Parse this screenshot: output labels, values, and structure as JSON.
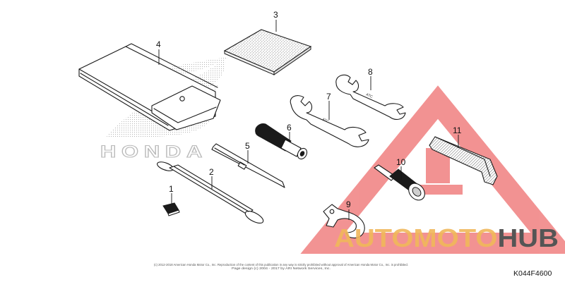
{
  "callouts": [
    "1",
    "2",
    "3",
    "4",
    "5",
    "6",
    "7",
    "8",
    "9",
    "10",
    "11"
  ],
  "background_logo": {
    "text": "HONDA",
    "icon": "honda-wing-icon"
  },
  "watermark": {
    "brand_part1": "AUTOMOTO",
    "brand_part2": "HUB",
    "icon": "warning-triangle-icon",
    "colors": {
      "primary": "#f08080",
      "accent": "#f0b85a",
      "dark": "#555555"
    }
  },
  "footer": {
    "copyright_line1": "(c) 2012-2018 American Honda Motor Co., Inc. Reproduction of the content of this publication in any way is strictly prohibited without approval of American Honda Motor Co., Inc. is prohibited.",
    "copyright_line2": "Page design (c) 2004 - 2017 by ARI Network Services, Inc.",
    "diagram_code": "K044F4600"
  }
}
